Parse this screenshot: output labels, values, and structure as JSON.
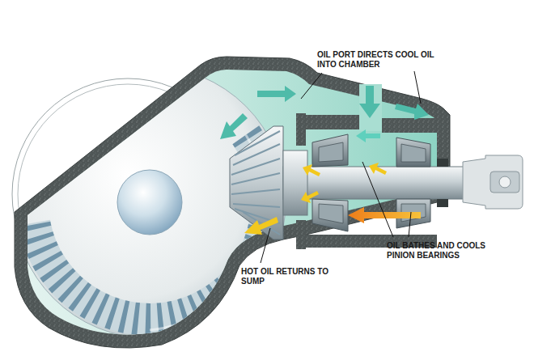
{
  "diagram": {
    "labels": [
      "OIL PORT DIRECTS COOL OIL INTO CHAMBER",
      "OIL BATHES AND COOLS PINION BEARINGS",
      "HOT OIL RETURNS TO SUMP"
    ]
  }
}
